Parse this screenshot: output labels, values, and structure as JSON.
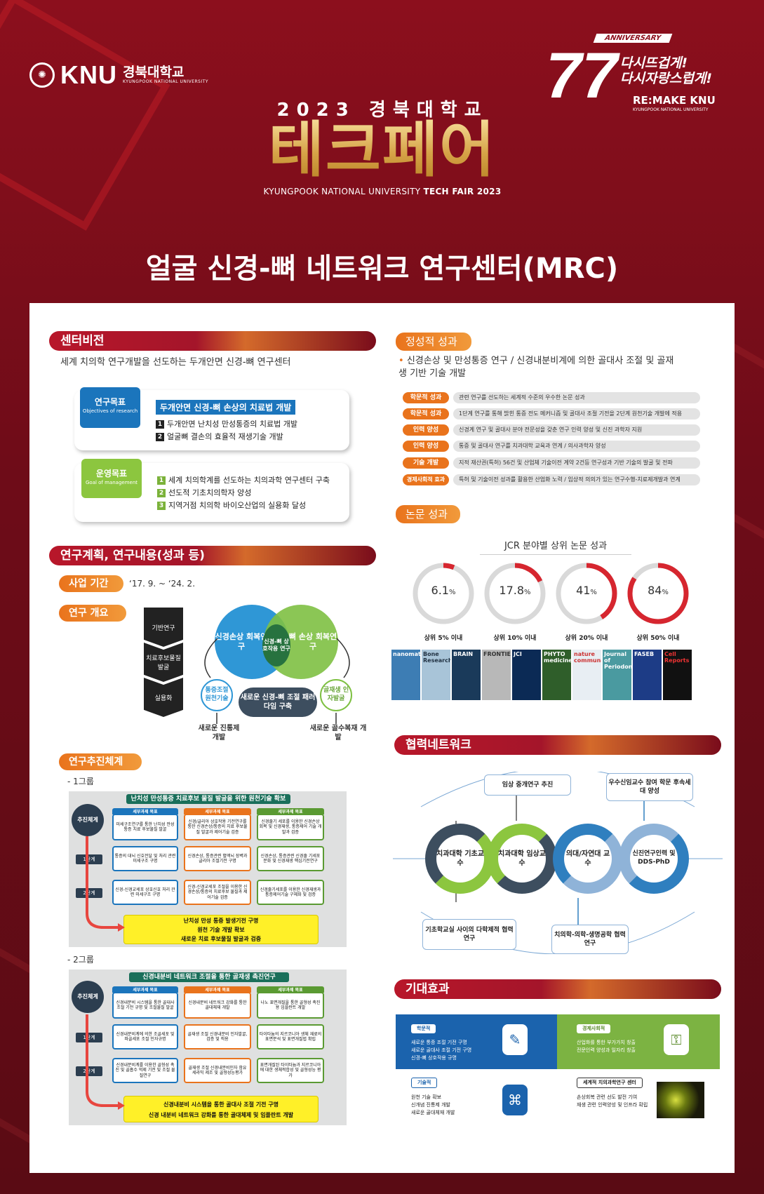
{
  "header": {
    "university_logo": {
      "knu": "KNU",
      "name_ko": "경북대학교",
      "name_en": "KYUNGPOOK NATIONAL UNIVERSITY"
    },
    "anniversary_logo": {
      "badge": "ANNIVERSARY",
      "number": "77",
      "slogan_1": "다시뜨겁게!",
      "slogan_2": "다시자랑스럽게!",
      "remake": "RE:MAKE KNU",
      "univ": "KYUNGPOOK NATIONAL UNIVERSITY"
    },
    "year_line": "2023 경북대학교",
    "event_title": "테크페어",
    "event_subtitle_pre": "KYUNGPOOK NATIONAL UNIVERSITY ",
    "event_subtitle_bold": "TECH FAIR 2023",
    "main_title": "얼굴 신경-뼈 네트워크 연구센터(MRC)"
  },
  "vision": {
    "heading": "센터비전",
    "statement": "세계 치의학 연구개발을 선도하는 두개안면 신경-뼈 연구센터",
    "research_goal": {
      "label": "연구목표",
      "label_en": "Objectives of research",
      "headline": "두개안면 신경-뼈 손상의 치료법 개발",
      "items": [
        "두개안면 난치성 만성통증의 치료법 개발",
        "얼굴뼈 결손의 효율적 재생기술 개발"
      ]
    },
    "operating_goal": {
      "label": "운영목표",
      "label_en": "Goal of management",
      "items": [
        "세계 치의학계를 선도하는 치의과학 연구센터 구축",
        "선도적 기초치의학자 양성",
        "지역거점 치의학 바이오산업의 실용화 달성"
      ]
    }
  },
  "plan": {
    "heading": "연구계획, 연구내용(성과 등)",
    "period_label": "사업 기간",
    "period_value": "‘17. 9. ~ ‘24. 2.",
    "overview_label": "연구 개요",
    "chevrons": [
      "기반연구",
      "치료후보물질 발굴",
      "실용화"
    ],
    "venn": {
      "left": "신경손상 회복연구",
      "center": "신경-뼈 상호작용 연구",
      "right": "뼈 손상 회복연구",
      "bottom": "새로운 신경-뼈 조절 패러다임 구축",
      "left_small": "통증조절 원천기술",
      "right_small": "골재생 인자발굴",
      "out_left": "새로운 진통제 개발",
      "out_right": "새로운 골수복재 개발"
    },
    "system_label": "연구추진체계",
    "group1": {
      "label": "- 1그룹",
      "banner": "난치성 만성통증 치료후보 물질 발굴을 위한 원천기술 확보",
      "side": "추진체계",
      "stage1": "1단계",
      "stage2": "2단계",
      "col_heads": [
        "세부과제 목표",
        "세부과제 목표",
        "세부과제 목표"
      ],
      "goals": [
        "미세구조연구를 통한 난치성 만성통증 치료 후보물질 발굴",
        "신경/글리아 상호작용 기전연구를 통한 신경손상/통증의 치료 후보물질 발굴과 제어기술 검증",
        "신경줄기 세포를 이용한 신경손상 회복 및 신경재생, 통증제어 기술 개발과 검증"
      ],
      "s1": [
        "통증의 대뇌 신호전달 및 처리 관련 미세구조 구명",
        "신경손상, 통증관련 혈액뇌 장벽과 글리아 조절기전 구명",
        "신경손상, 통증관련 신경줄 기세포분화 및 신경재생 핵심기전연구"
      ],
      "s2": [
        "신경-신경교세포 상호신호 처리 관련 미세구조 구명",
        "신경-신경교세포 조절을 이용한 신경손상/통증의 치료후보 물질과 제어기술 검증",
        "신경줄기세포를 이용한 신경재생과 통증제어기술 구체화 및 검증"
      ],
      "result": [
        "난치성 만성 통증 발생기전 구명",
        "원천 기술 개발 확보",
        "새로운 치료 후보물질 발굴과 검증"
      ]
    },
    "group2": {
      "label": "- 2그룹",
      "banner": "신경내분비 네트워크 조절을 통한 골재생 촉진연구",
      "side": "추진체계",
      "stage1": "1단계",
      "stage2": "2단계",
      "col_heads": [
        "세부과제 목표",
        "세부과제 목표",
        "세부과제 목표"
      ],
      "goals": [
        "신경내분비 시스템을 통한 골대사 조절 기전 규명 및 조절물질 발굴",
        "신경내분비 네트워크 강화를 통한 골대체재 개발",
        "나노 표면개질을 통한 골형성 촉진용 임플란트 개발"
      ],
      "s1": [
        "신경내분비계에 의한 조골세포 및 파골세포 조절 인자규명",
        "골재생 조절 신경내분비 인자발굴, 검증 및 적용",
        "타이타늄의 지르코니아 생체 재료의 표면분석 및 표면개질법 확립"
      ],
      "s2": [
        "신경내분비계를 이용한 골형성 촉진 및 골흡수 억제 기전 및 조절 물질연구",
        "골재생 조절 신경내분비인자 함유 세라믹 제조 및 골형성능평가",
        "표면개질된 타이타늄과 지르코니아에 대한 생체적합성 및 골형성능 평가"
      ],
      "result": [
        "신경내분비 시스템을 통한 골대사 조절 기전 구명",
        "신경 내분비 네트워크 강화를 통한 골대체제 및 임플란트 개발"
      ]
    }
  },
  "qualitative": {
    "heading": "정성적 성과",
    "bullet": "신경손상 및 만성통증 연구 / 신경내분비계에 의한 골대사 조절 및 골재생 기반 기술 개발",
    "rows": [
      {
        "label": "학문적 성과",
        "text": "관련 연구를 선도하는 세계적 수준의 우수한 논문 성과"
      },
      {
        "label": "학문적 성과",
        "text": "1단계 연구를 통해 밝힌 통증 전도 메커니즘 및 골대사 조절 기전을 2단계 원천기술 개발에 적용"
      },
      {
        "label": "인력 양성",
        "text": "신경계 연구 및 골대사 분야 전문성을 갖춘 연구 인력 양성 및 신진 과학자 지원"
      },
      {
        "label": "인력 양성",
        "text": "통증 및 골대사 연구를 치과대학 교육과 연계 / 의사과학자 양성"
      },
      {
        "label": "기술 개발",
        "text": "지적 재산권(특허) 56건 및 산업체 기술이전 계약 2건등 연구성과 기반 기술의 발굴 및 전파"
      },
      {
        "label": "경제사회적 효과",
        "text": "특허 및 기술이전 성과를 활용한 산업화 노력 / 임상적 의의가 있는 연구수행-치료제개발과 연계"
      }
    ]
  },
  "papers": {
    "heading": "논문 성과",
    "chart_title": "JCR 분야별 상위 논문 성과",
    "journals": [
      "nanomaterials",
      "Bone Research",
      "BRAIN",
      "FRONTIERS",
      "JCI",
      "PHYTO medicine",
      "nature communications",
      "Journal of Periodontology",
      "FASEB",
      "Cell Reports"
    ]
  },
  "chart_data": {
    "type": "pie",
    "title": "JCR 분야별 상위 논문 성과",
    "categories": [
      "상위 5% 이내",
      "상위 10% 이내",
      "상위 20% 이내",
      "상위 50% 이내"
    ],
    "values": [
      6.1,
      17.8,
      41,
      84
    ],
    "labels": [
      "6.1",
      "17.8",
      "41",
      "84"
    ],
    "unit": "%",
    "colors": {
      "highlight": "#d6262f",
      "rest": "#d9d9d9"
    }
  },
  "network": {
    "heading": "협력네트워크",
    "top_left": "임상 중개연구 추진",
    "top_right": "우수신임교수 참여 학문 후속세대 양성",
    "nodes": [
      "치과대학 기초교수",
      "치과대학 임상교수",
      "의대/자연대 교수",
      "신진연구인력 및 DDS-PhD"
    ],
    "bottom_left": "기초학교실 사이의 다학제적 협력 연구",
    "bottom_right": "치의학-의학-생명공학 협력연구"
  },
  "effects": {
    "heading": "기대효과",
    "academic": {
      "title": "학문적",
      "items": [
        "새로운 통증 조절 기전 구명",
        "새로운 골대사 조절 기전 구명",
        "신경-뼈 상호작용 규명"
      ]
    },
    "economic": {
      "title": "경제사회적",
      "items": [
        "산업화를 통한 부가가치 창출",
        "전문인력 양성과 일자리 창출"
      ]
    },
    "technical": {
      "title": "기술적",
      "items": [
        "원천 기술 확보",
        "신개념 진통제 개발",
        "새로운 골대체재 개발"
      ]
    },
    "global": {
      "title": "세계적 치의과학연구 센터",
      "items": [
        "손상회복 관련 선도 발전 기여",
        "재생 관련 인력양성 및 인프라 확립"
      ]
    }
  }
}
